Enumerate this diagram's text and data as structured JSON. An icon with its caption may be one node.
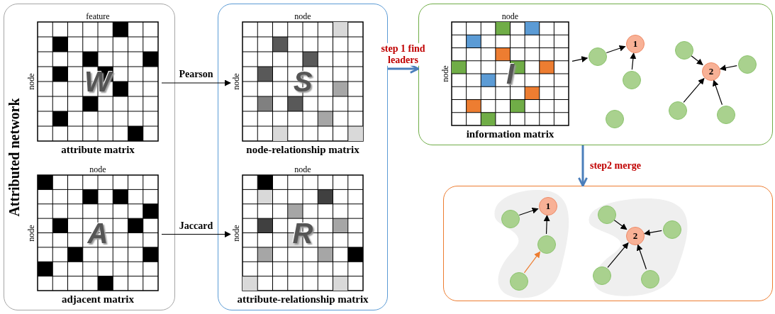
{
  "diagram": {
    "nodes": [
      {
        "text": [
          "Attributed network"
        ]
      },
      {
        "text": [
          "W"
        ],
        "beside": [
          "feature",
          "node",
          "attribute matrix"
        ],
        "in": 0
      },
      {
        "text": [
          "A"
        ],
        "beside": [
          "node",
          "node",
          "adjacent matrix"
        ],
        "in": 0
      },
      {
        "text": [],
        "shape": "box"
      },
      {
        "text": [
          "S"
        ],
        "beside": [
          "node",
          "node",
          "node-relationship matrix"
        ],
        "in": 3
      },
      {
        "text": [
          "R"
        ],
        "beside": [
          "node",
          "node",
          "attribute-relationship matrix"
        ],
        "in": 3
      },
      {
        "text": [],
        "shape": "box"
      },
      {
        "text": [
          "I"
        ],
        "beside": [
          "node",
          "node",
          "information matrix"
        ],
        "in": 6
      },
      {
        "text": [
          "1"
        ],
        "in": 6
      },
      {
        "text": [],
        "shape": "circle",
        "in": 6
      },
      {
        "text": [],
        "shape": "circle",
        "in": 6
      },
      {
        "text": [],
        "shape": "circle",
        "in": 6
      },
      {
        "text": [
          "2"
        ],
        "in": 6
      },
      {
        "text": [],
        "shape": "circle",
        "in": 6
      },
      {
        "text": [],
        "shape": "circle",
        "in": 6
      },
      {
        "text": [],
        "shape": "circle",
        "in": 6
      },
      {
        "text": [],
        "shape": "circle",
        "in": 6
      },
      {
        "text": [],
        "shape": "box"
      },
      {
        "text": [],
        "shape": "blob",
        "in": 17
      },
      {
        "text": [
          "1"
        ],
        "in": 18
      },
      {
        "text": [],
        "shape": "circle",
        "in": 18
      },
      {
        "text": [],
        "shape": "circle",
        "in": 18
      },
      {
        "text": [],
        "shape": "circle",
        "in": 18
      },
      {
        "text": [],
        "shape": "blob",
        "in": 17
      },
      {
        "text": [
          "2"
        ],
        "in": 23
      },
      {
        "text": [],
        "shape": "circle",
        "in": 23
      },
      {
        "text": [],
        "shape": "circle",
        "in": 23
      },
      {
        "text": [],
        "shape": "circle",
        "in": 23
      },
      {
        "text": [],
        "shape": "circle",
        "in": 23
      }
    ],
    "edges": [
      {
        "from": 1,
        "to": 4,
        "arrow": "to",
        "label": "Pearson"
      },
      {
        "from": 2,
        "to": 5,
        "arrow": "to",
        "label": "Jaccard"
      },
      {
        "from": 3,
        "to": 6,
        "arrow": "to",
        "label": "step 1 find leaders",
        "style": "thick",
        "color": "#4a7ebb"
      },
      {
        "from": 7,
        "to": 9,
        "arrow": "to"
      },
      {
        "from": 9,
        "to": 8,
        "arrow": "to"
      },
      {
        "from": 10,
        "to": 8,
        "arrow": "to"
      },
      {
        "from": 13,
        "to": 12,
        "arrow": "to"
      },
      {
        "from": 14,
        "to": 12,
        "arrow": "to"
      },
      {
        "from": 15,
        "to": 12,
        "arrow": "to"
      },
      {
        "from": 16,
        "to": 12,
        "arrow": "to"
      },
      {
        "from": 6,
        "to": 17,
        "arrow": "to",
        "label": "step2 merge",
        "style": "thick",
        "color": "#4a7ebb"
      },
      {
        "from": 20,
        "to": 19,
        "arrow": "to"
      },
      {
        "from": 21,
        "to": 19,
        "arrow": "to"
      },
      {
        "from": 22,
        "to": 21,
        "arrow": "to",
        "color": "#ed7d31"
      },
      {
        "from": 25,
        "to": 24,
        "arrow": "to"
      },
      {
        "from": 26,
        "to": 24,
        "arrow": "to"
      },
      {
        "from": 27,
        "to": 24,
        "arrow": "to"
      },
      {
        "from": 28,
        "to": 24,
        "arrow": "to"
      }
    ]
  }
}
